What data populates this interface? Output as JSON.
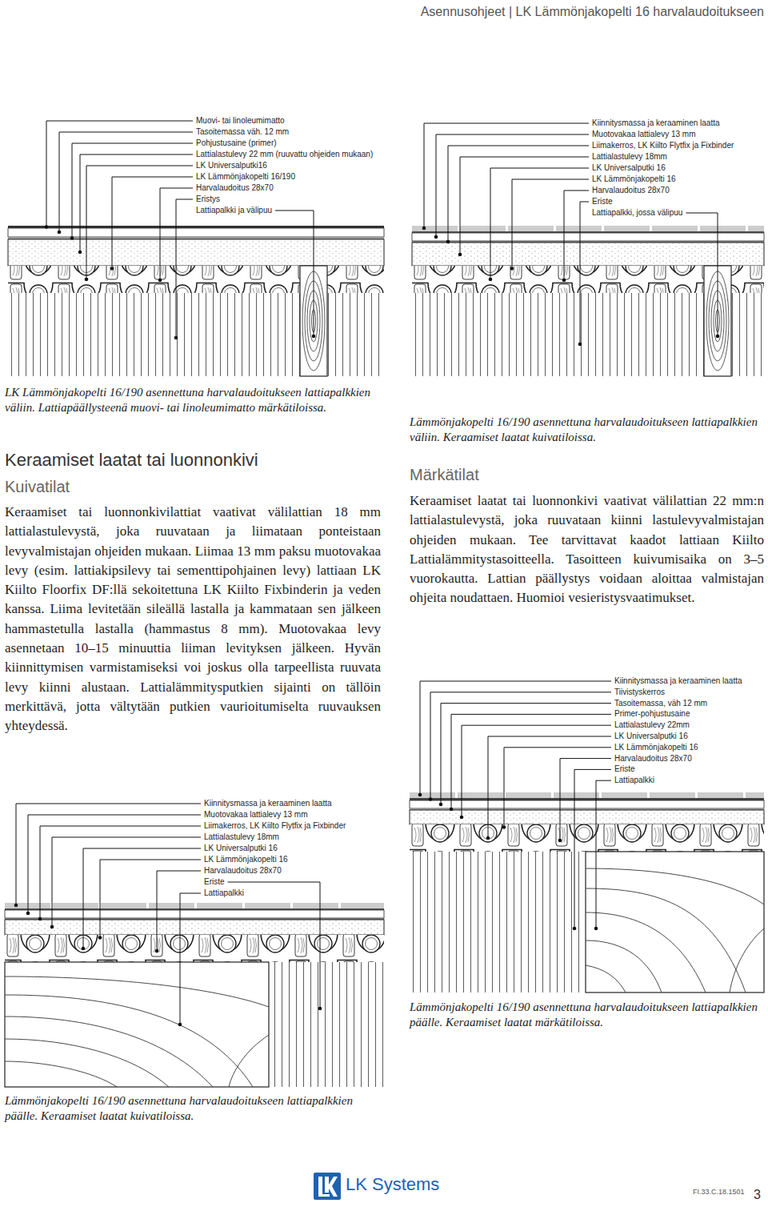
{
  "diagram": {
    "title": "Asennusohjeet | LK Lämmönjakopelti 16 harvalaudoitukseen",
    "labels": [
      "Muovi- tai linoleumimatto",
      "Tasoitemassa väh. 12 mm",
      "Pohjustusaine (primer)",
      "Lattialastulevy 22 mm (ruuvattu ohjeiden mukaan)",
      "LK Universalputki16",
      "LK Lämmönjakopelti 16/190",
      "Harvalaudoitus 28x70",
      "Eristys",
      "Lattiapalkki ja välipuu",
      "LK Lämmönjakopelti 16/190 asennettuna harvalaudoitukseen lattiapalkkien väliin. Lattiapäällysteenä muovi- tai linoleumimatto märkätiloissa.",
      "Kiinnitysmassa ja keraaminen laatta",
      "Muotovakaa lattialevy 13 mm",
      "Liimakerros, LK Kiilto Flytfix ja Fixbinder",
      "Lattialastulevy 18mm",
      "LK Universalputki 16",
      "LK Lämmönjakopelti 16",
      "Harvalaudoitus 28x70",
      "Eriste",
      "Lattiapalkki, jossa välipuu",
      "Lämmönjakopelti 16/190 asennettuna harvalaudoitukseen lattiapalkkien väliin. Keraamiset laatat kuivatiloissa.",
      "Keraamiset laatat tai luonnonkivi",
      "Kuivatilat",
      "Keraamiset tai luonnonkivilattiat vaativat välilattian 18 mm lattialastulevystä, joka ruuvataan ja liimataan ponteistaan levyvalmistajan ohjeiden mukaan. Liimaa 13 mm paksu muotovakaa levy (esim. lattiakipsilevy tai sementtipohjainen levy) lattiaan LK Kiilto Floorfix DF:llä sekoitettuna LK Kiilto Fixbinderin ja veden kanssa. Liima levitetään sileällä lastalla ja kammataan sen jälkeen hammastetulla lastalla (hammastus 8 mm). Muotovakaa levy asennetaan 10–15 minuuttia liiman levityksen jälkeen. Hyvän kiinnittymisen varmistamiseksi voi joskus olla tarpeellista ruuvata levy kiinni alustaan. Lattialämmitysputkien sijainti on tällöin merkittävä, jotta vältytään putkien vaurioitumiselta ruuvauksen yhteydessä.",
      "Märkätilat",
      "Keraamiset laatat tai luonnonkivi vaativat välilattian 22 mm:n lattialastulevystä, joka ruuvataan kiinni lastulevyvalmistajan ohjeiden mukaan. Tee tarvittavat kaadot lattiaan Kiilto Lattialämmitystasoitteella. Tasoitteen kuivumisaika on 3–5 vuorokautta. Lattian päällystys voidaan aloittaa valmistajan ohjeita noudattaen. Huomioi vesieristysvaatimukset.",
      "Kiinnitysmassa ja keraaminen laatta",
      "Tiivistyskerros",
      "Tasoitemassa, väh 12 mm",
      "Primer-pohjustusaine",
      "Lattialastulevy 22mm",
      "LK Universalputki 16",
      "LK Lämmönjakopelti 16",
      "Harvalaudoitus 28x70",
      "Eriste",
      "Lattiapalkki",
      "Lämmönjakopelti 16/190 asennettuna harvalaudoitukseen lattiapalkkien päälle. Keraamiset laatat märkätiloissa.",
      "Kiinnitysmassa ja keraaminen laatta",
      "Muotovakaa lattialevy 13 mm",
      "Liimakerros, LK Kiilto Flytfix ja Fixbinder",
      "Lattialastulevy 18mm",
      "LK Universalputki 16",
      "LK Lämmönjakopelti 16",
      "Harvalaudoitus 28x70",
      "Eriste",
      "Lattiapalkki",
      "Lämmönjakopelti 16/190 asennettuna harvalaudoitukseen lattiapalkkien päälle. Keraamiset laatat kuivatiloissa.",
      "LK Systems",
      "FI.33.C.18.1501",
      "3"
    ]
  }
}
